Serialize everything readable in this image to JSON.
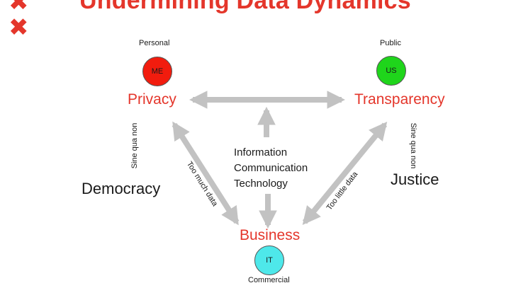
{
  "slide": {
    "title": "Undermining Data Dynamics",
    "x_marks": [
      "✖",
      "✖"
    ],
    "center": {
      "lines": [
        "Information",
        "Communication",
        "Technology"
      ]
    },
    "nodes": {
      "privacy": {
        "caption": "Personal",
        "circle_text": "ME",
        "circle_color": "#f21c0e",
        "label": "Privacy"
      },
      "transparency": {
        "caption": "Public",
        "circle_text": "US",
        "circle_color": "#1fd51b",
        "label": "Transparency"
      },
      "business": {
        "caption": "Commercial",
        "circle_text": "IT",
        "circle_color": "#4ee8ea",
        "label": "Business"
      }
    },
    "side_terms": {
      "left": "Democracy",
      "right": "Justice"
    },
    "edge_labels": {
      "sine_left": "Sine qua non",
      "sine_right": "Sine qua non",
      "too_much": "Too much data",
      "too_little": "Too little data"
    },
    "colors": {
      "accent_red": "#e4362b",
      "arrow_gray": "#c2c2c2"
    }
  }
}
